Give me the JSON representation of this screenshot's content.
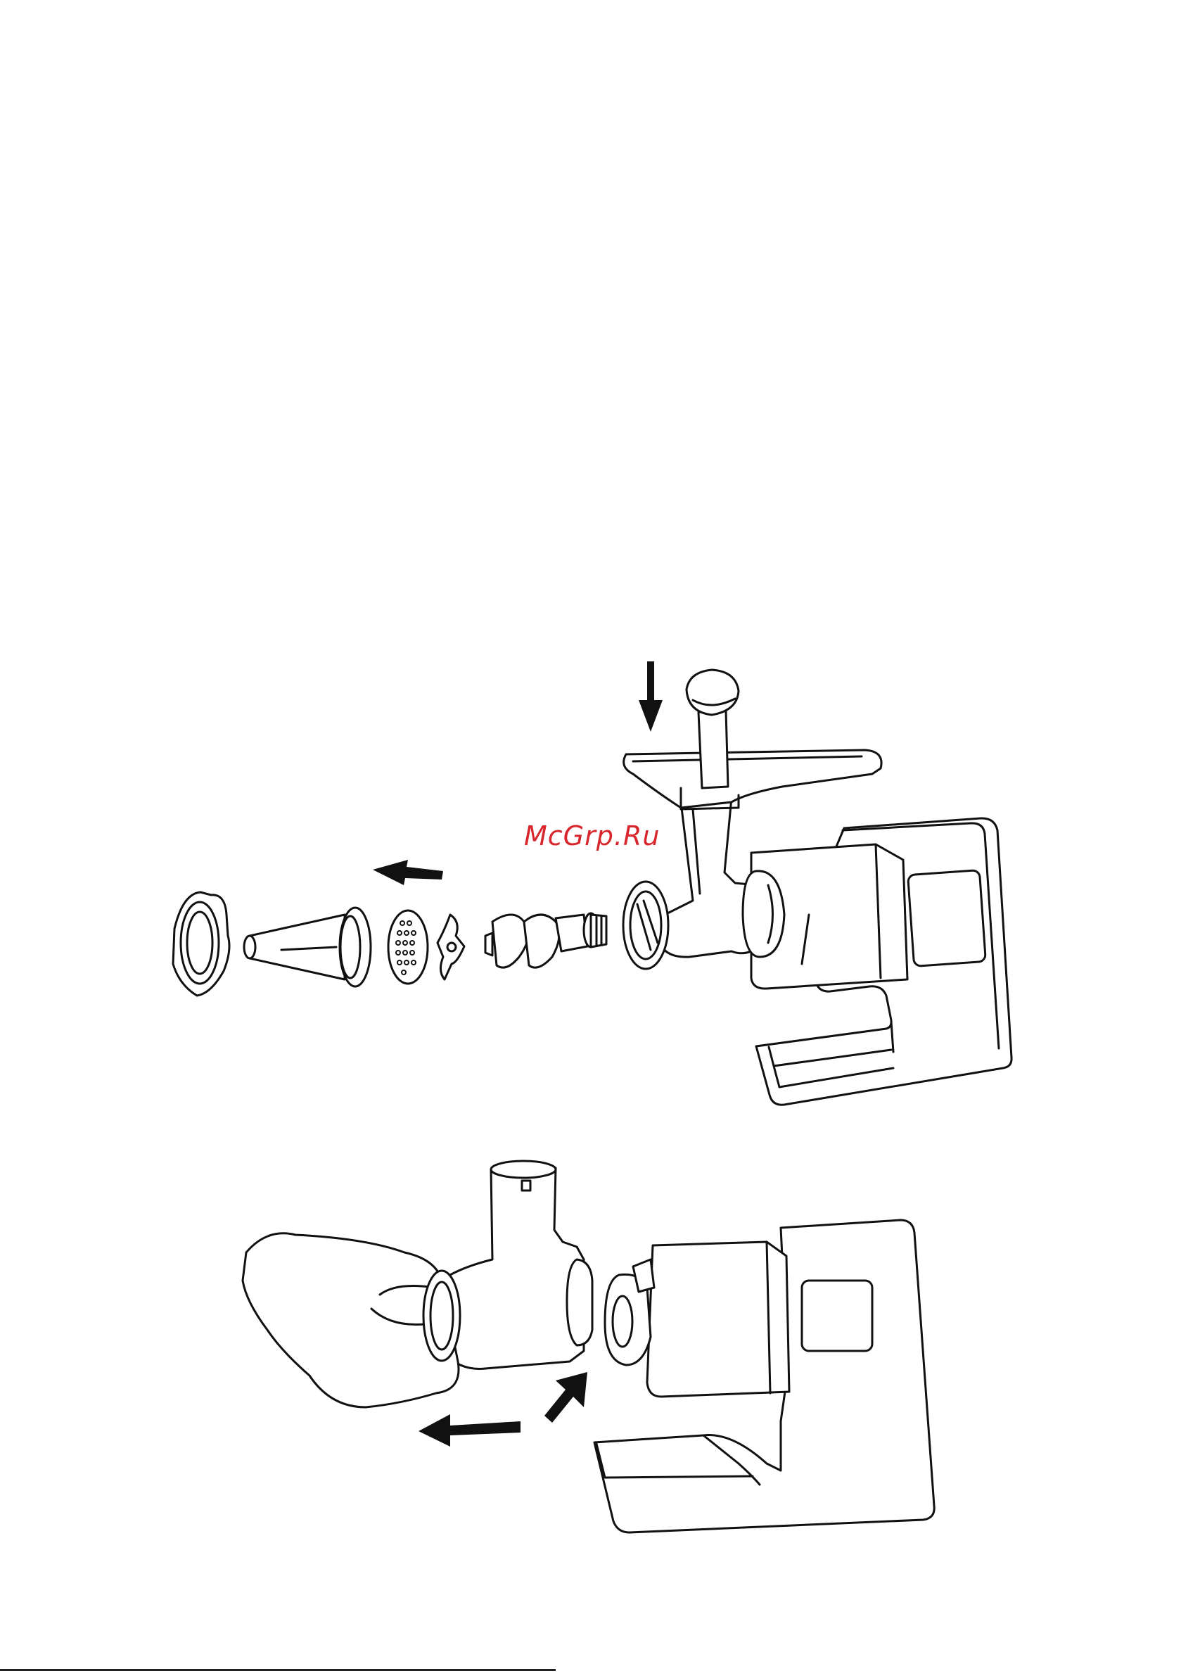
{
  "watermark": {
    "text": "McGrp.Ru",
    "color": "#d9262c"
  },
  "colors": {
    "line": "#111111",
    "background": "#ffffff",
    "footer_rule": "#222222"
  },
  "figures": [
    {
      "name": "assembly-exploded-view",
      "icons": [
        "down-arrow-icon",
        "left-arrow-icon"
      ]
    },
    {
      "name": "head-removal-view",
      "icons": [
        "left-arrow-icon",
        "up-right-arrow-icon"
      ]
    }
  ]
}
